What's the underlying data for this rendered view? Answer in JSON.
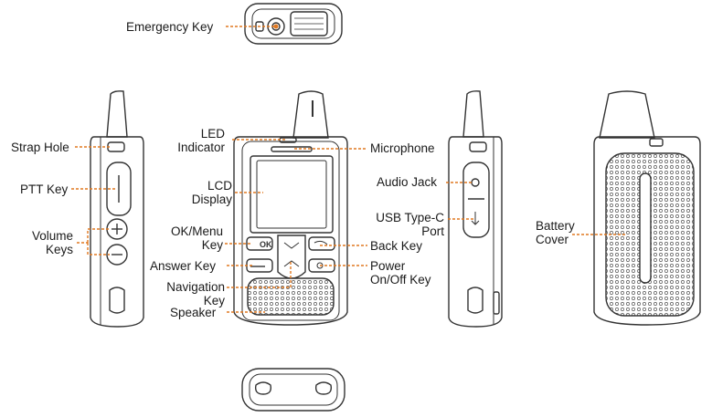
{
  "labels": {
    "emergency_key": "Emergency Key",
    "strap_hole": "Strap Hole",
    "ptt_key": "PTT Key",
    "volume_keys": [
      "Volume",
      "Keys"
    ],
    "led_indicator": [
      "LED",
      "Indicator"
    ],
    "lcd_display": [
      "LCD",
      "Display"
    ],
    "ok_menu_key": [
      "OK/Menu",
      "Key"
    ],
    "answer_key": "Answer Key",
    "navigation_key": [
      "Navigation",
      "Key"
    ],
    "speaker": "Speaker",
    "microphone": "Microphone",
    "back_key": "Back Key",
    "power_key": [
      "Power",
      "On/Off Key"
    ],
    "audio_jack": "Audio Jack",
    "usb_port": [
      "USB Type-C",
      "Port"
    ],
    "battery_cover": [
      "Battery",
      "Cover"
    ]
  },
  "key_glyphs": {
    "ok": "OK",
    "plus": "+",
    "minus": "−"
  },
  "colors": {
    "leader_line": "#e07820",
    "outline": "#333333"
  }
}
